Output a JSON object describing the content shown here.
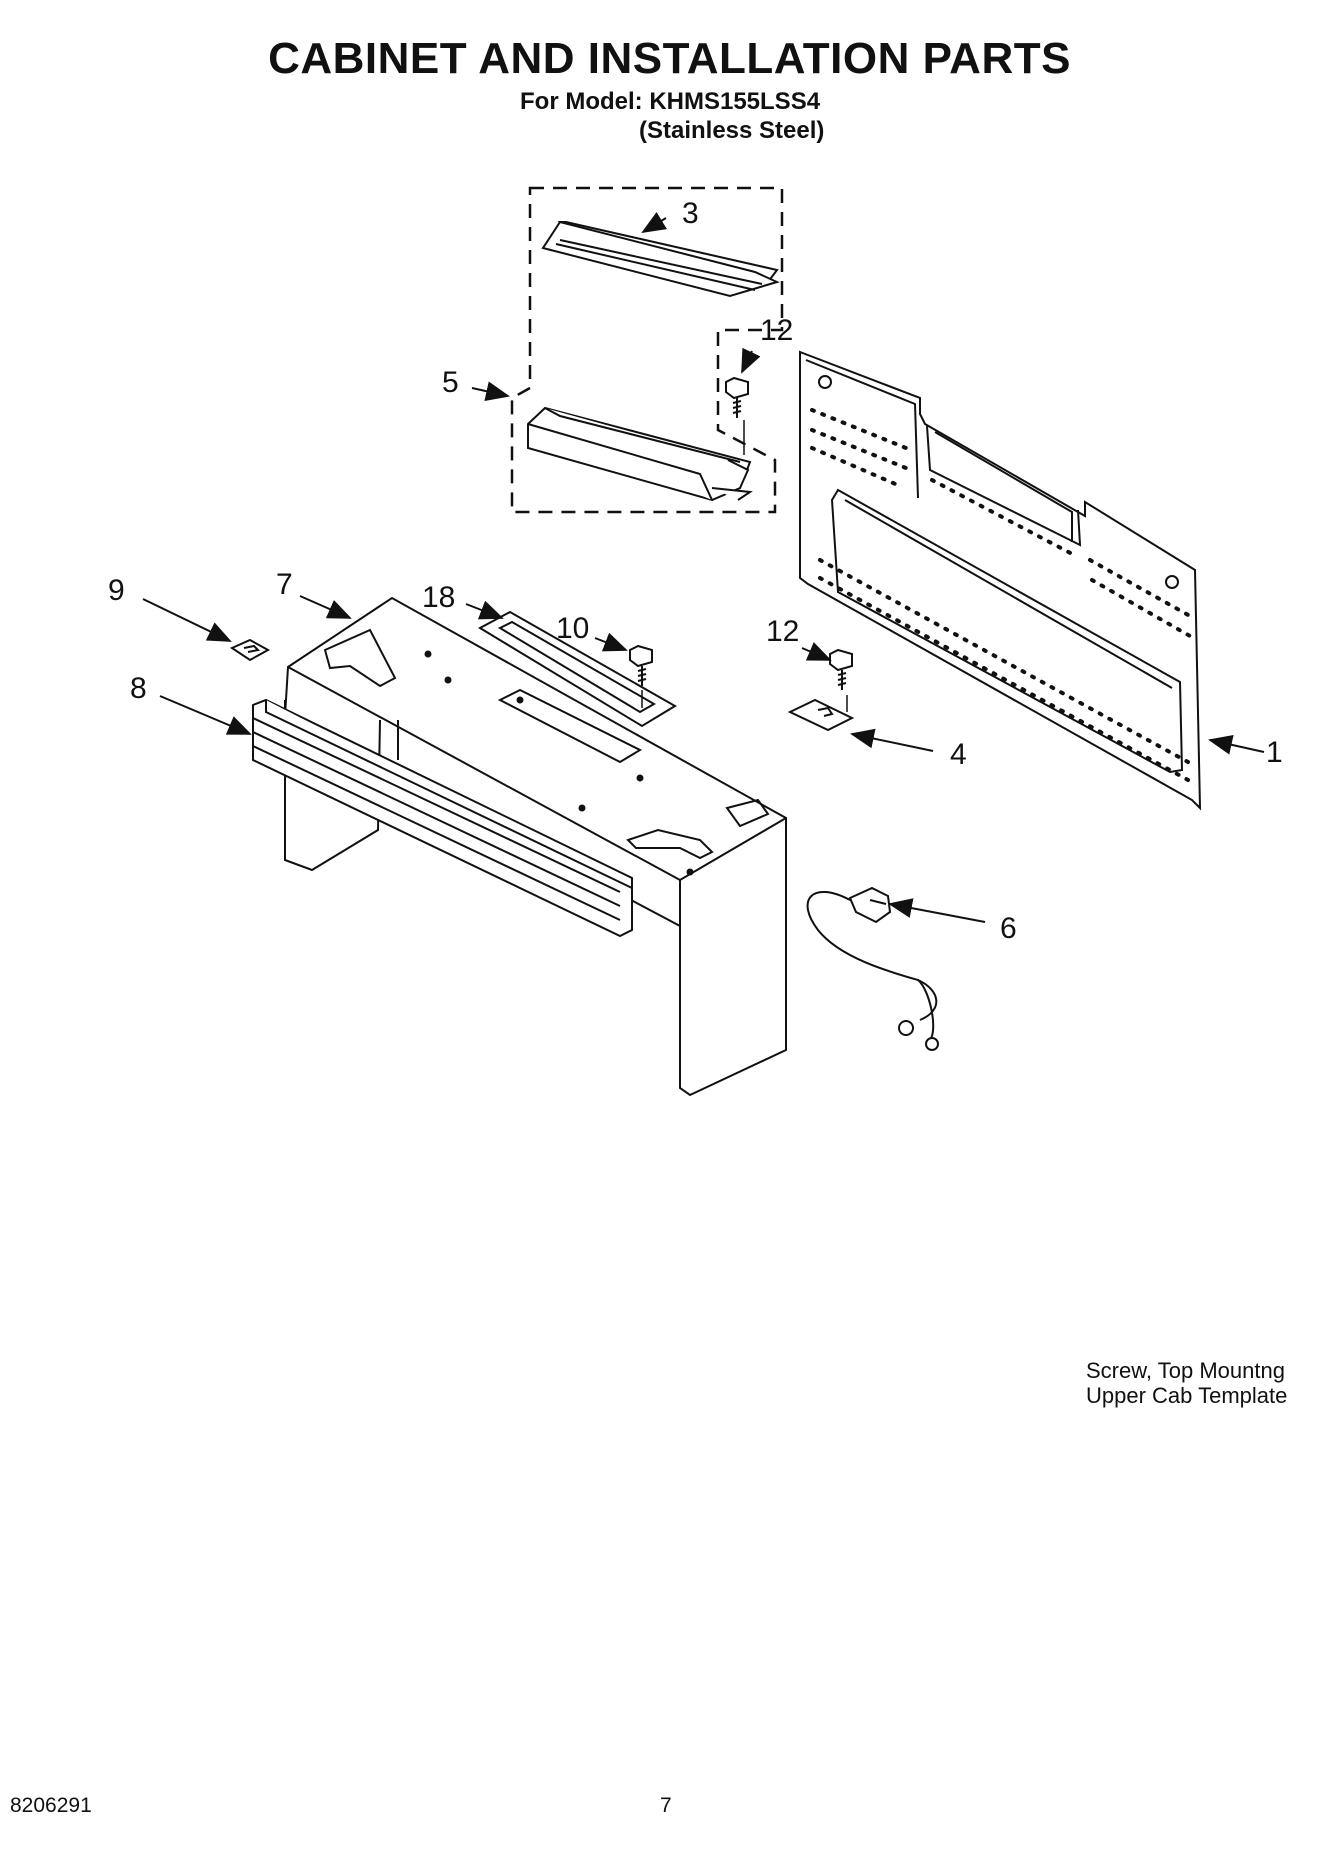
{
  "header": {
    "title": "CABINET AND INSTALLATION PARTS",
    "model_line": "For Model: KHMS155LSS4",
    "finish_line": "(Stainless Steel)"
  },
  "callouts": [
    "1",
    "3",
    "4",
    "5",
    "6",
    "7",
    "8",
    "9",
    "10",
    "12",
    "12",
    "18"
  ],
  "notes": [
    "Screw, Top Mountng",
    "Upper Cab Template"
  ],
  "footer": {
    "doc_number": "8206291",
    "page_number": "7"
  }
}
